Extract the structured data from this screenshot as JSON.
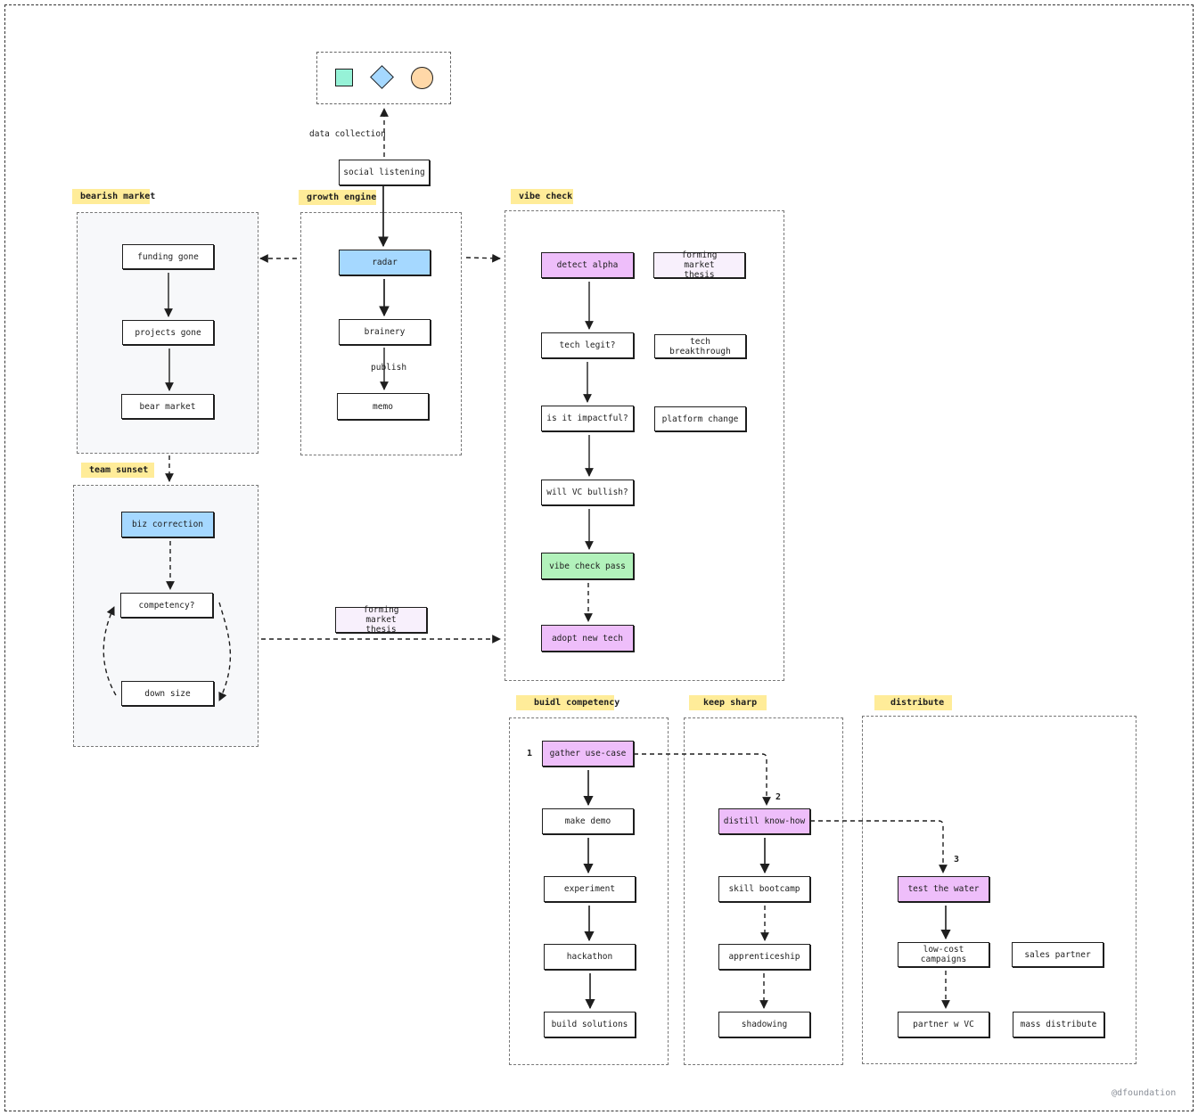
{
  "legend": {
    "shapes": [
      "square-icon",
      "diamond-icon",
      "circle-icon"
    ],
    "colors": {
      "square": "#96f2d7",
      "diamond": "#a5d8ff",
      "circle": "#ffd8a8"
    }
  },
  "top": {
    "data_collection": "data collection",
    "social_listening": "social listening"
  },
  "growth_engine": {
    "tag": "growth engine",
    "radar": "radar",
    "brainery": "brainery",
    "publish": "publish",
    "memo": "memo"
  },
  "bearish_market": {
    "tag": "bearish market",
    "funding_gone": "funding gone",
    "projects_gone": "projects gone",
    "bear_market": "bear market"
  },
  "team_sunset": {
    "tag": "team sunset",
    "biz_correction": "biz correction",
    "competency": "competency?",
    "down_size": "down size"
  },
  "forming_market_thesis_bridge": "forming market thesis",
  "vibe_check": {
    "tag": "vibe check",
    "detect_alpha": "detect alpha",
    "forming_market_thesis": "forming market thesis",
    "tech_legit": "tech legit?",
    "tech_breakthrough": "tech breakthrough",
    "is_impactful": "is it impactful?",
    "platform_change": "platform change",
    "will_vc_bullish": "will VC bullish?",
    "vibe_check_pass": "vibe check pass",
    "adopt_new_tech": "adopt new tech"
  },
  "buidl_competency": {
    "tag": "buidl competency",
    "step": "1",
    "gather_use_case": "gather use-case",
    "make_demo": "make demo",
    "experiment": "experiment",
    "hackathon": "hackathon",
    "build_solutions": "build solutions"
  },
  "keep_sharp": {
    "tag": "keep sharp",
    "step": "2",
    "distill_know_how": "distill know-how",
    "skill_bootcamp": "skill bootcamp",
    "apprenticeship": "apprenticeship",
    "shadowing": "shadowing"
  },
  "distribute": {
    "tag": "distribute",
    "step": "3",
    "test_the_water": "test the water",
    "low_cost_campaigns": "low-cost campaigns",
    "sales_partner": "sales partner",
    "partner_w_vc": "partner w VC",
    "mass_distribute": "mass distribute"
  },
  "credit": "@dfoundation",
  "colors": {
    "blue": "#a5d8ff",
    "purple": "#eebefa",
    "green": "#b2f2bb",
    "lilac": "#f8f0fc",
    "tag": "#ffec99",
    "group_gray": "#f7f8fa"
  }
}
